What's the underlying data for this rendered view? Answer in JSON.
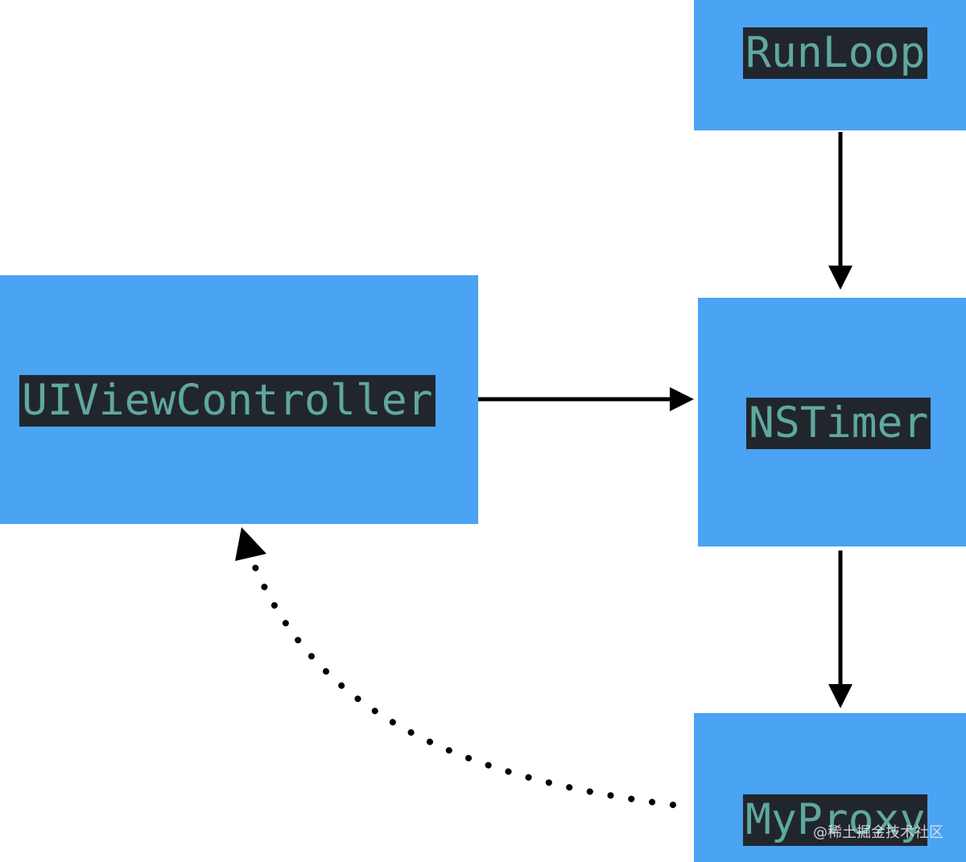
{
  "diagram": {
    "nodes": {
      "runloop": "RunLoop",
      "uiviewcontroller": "UIViewController",
      "nstimer": "NSTimer",
      "myproxy": "MyProxy"
    },
    "edges": [
      {
        "from": "RunLoop",
        "to": "NSTimer",
        "style": "solid"
      },
      {
        "from": "UIViewController",
        "to": "NSTimer",
        "style": "solid"
      },
      {
        "from": "NSTimer",
        "to": "MyProxy",
        "style": "solid"
      },
      {
        "from": "MyProxy",
        "to": "UIViewController",
        "style": "dotted"
      }
    ],
    "colors": {
      "node_fill": "#4aa3f3",
      "label_background": "#21262d",
      "label_text": "#5fa8a0",
      "arrow": "#000000"
    },
    "watermark": "@稀土掘金技术社区"
  }
}
